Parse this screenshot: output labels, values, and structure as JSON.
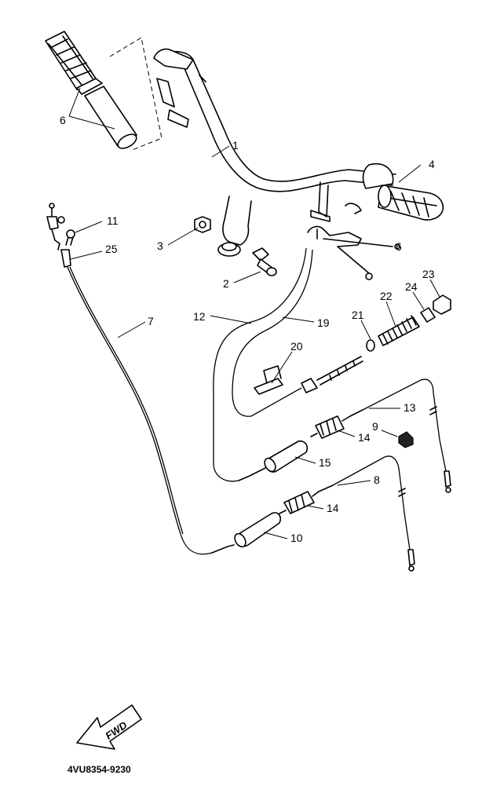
{
  "callouts": [
    {
      "id": "1",
      "label": "1"
    },
    {
      "id": "2",
      "label": "2"
    },
    {
      "id": "3",
      "label": "3"
    },
    {
      "id": "4",
      "label": "4"
    },
    {
      "id": "6a",
      "label": "6"
    },
    {
      "id": "6b",
      "label": "6"
    },
    {
      "id": "7",
      "label": "7"
    },
    {
      "id": "8",
      "label": "8"
    },
    {
      "id": "9",
      "label": "9"
    },
    {
      "id": "10",
      "label": "10"
    },
    {
      "id": "11",
      "label": "11"
    },
    {
      "id": "12",
      "label": "12"
    },
    {
      "id": "13",
      "label": "13"
    },
    {
      "id": "14a",
      "label": "14"
    },
    {
      "id": "14b",
      "label": "14"
    },
    {
      "id": "15",
      "label": "15"
    },
    {
      "id": "19",
      "label": "19"
    },
    {
      "id": "20",
      "label": "20"
    },
    {
      "id": "21",
      "label": "21"
    },
    {
      "id": "22",
      "label": "22"
    },
    {
      "id": "23",
      "label": "23"
    },
    {
      "id": "24",
      "label": "24"
    },
    {
      "id": "25",
      "label": "25"
    }
  ],
  "fwd_label": "FWD",
  "reference_code": "4VU8354-9230"
}
